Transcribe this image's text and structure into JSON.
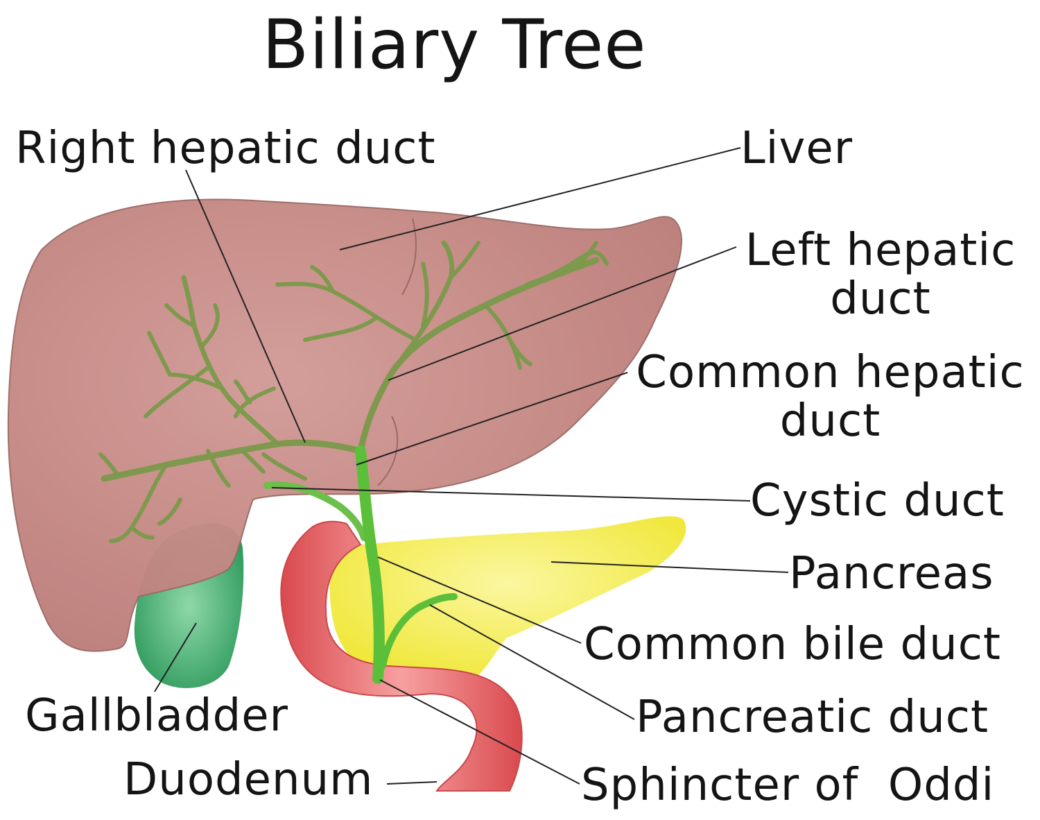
{
  "title": "Biliary Tree",
  "labels": {
    "right_hepatic_duct": "Right hepatic duct",
    "liver": "Liver",
    "left_hepatic_duct": "Left hepatic\nduct",
    "common_hepatic_duct": "Common hepatic\nduct",
    "cystic_duct": "Cystic duct",
    "pancreas": "Pancreas",
    "common_bile_duct": "Common bile duct",
    "gallbladder": "Gallbladder",
    "pancreatic_duct": "Pancreatic duct",
    "duodenum": "Duodenum",
    "sphincter_of_oddi": "Sphincter of  Oddi"
  },
  "colors": {
    "liver": "#c88a86",
    "liver_edge": "#9a6a66",
    "ducts": "#7a9a4a",
    "gallbladder": "#3fa66a",
    "pancreas": "#f2ee3a",
    "duodenum": "#e35f62",
    "leader": "#222222"
  }
}
